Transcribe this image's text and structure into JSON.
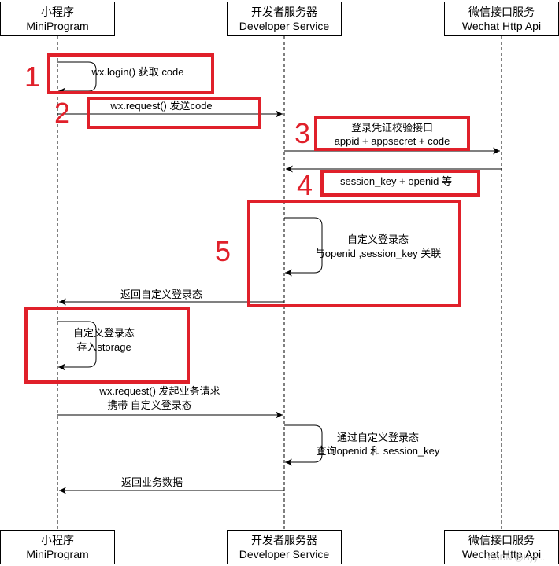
{
  "participants": [
    {
      "zh": "小程序",
      "en": "MiniProgram"
    },
    {
      "zh": "开发者服务器",
      "en": "Developer Service"
    },
    {
      "zh": "微信接口服务",
      "en": "Wechat Http Api"
    }
  ],
  "messages": {
    "login": "wx.login() 获取 code",
    "request_code": "wx.request() 发送code",
    "verify_line1": "登录凭证校验接口",
    "verify_line2": "appid + appsecret + code",
    "session_return": "session_key + openid 等",
    "custom_line1": "自定义登录态",
    "custom_line2": "与openid ,session_key 关联",
    "return_custom": "返回自定义登录态",
    "store_line1": "自定义登录态",
    "store_line2": "存入storage",
    "biz_req_line1": "wx.request() 发起业务请求",
    "biz_req_line2": "携带 自定义登录态",
    "query_line1": "通过自定义登录态",
    "query_line2": "查询openid 和 session_key",
    "return_biz": "返回业务数据"
  },
  "step_numbers": [
    "1",
    "2",
    "3",
    "4",
    "5"
  ],
  "watermark": "CSDN @Hyy...",
  "colors": {
    "highlight": "#e0202a",
    "line": "#000000"
  }
}
